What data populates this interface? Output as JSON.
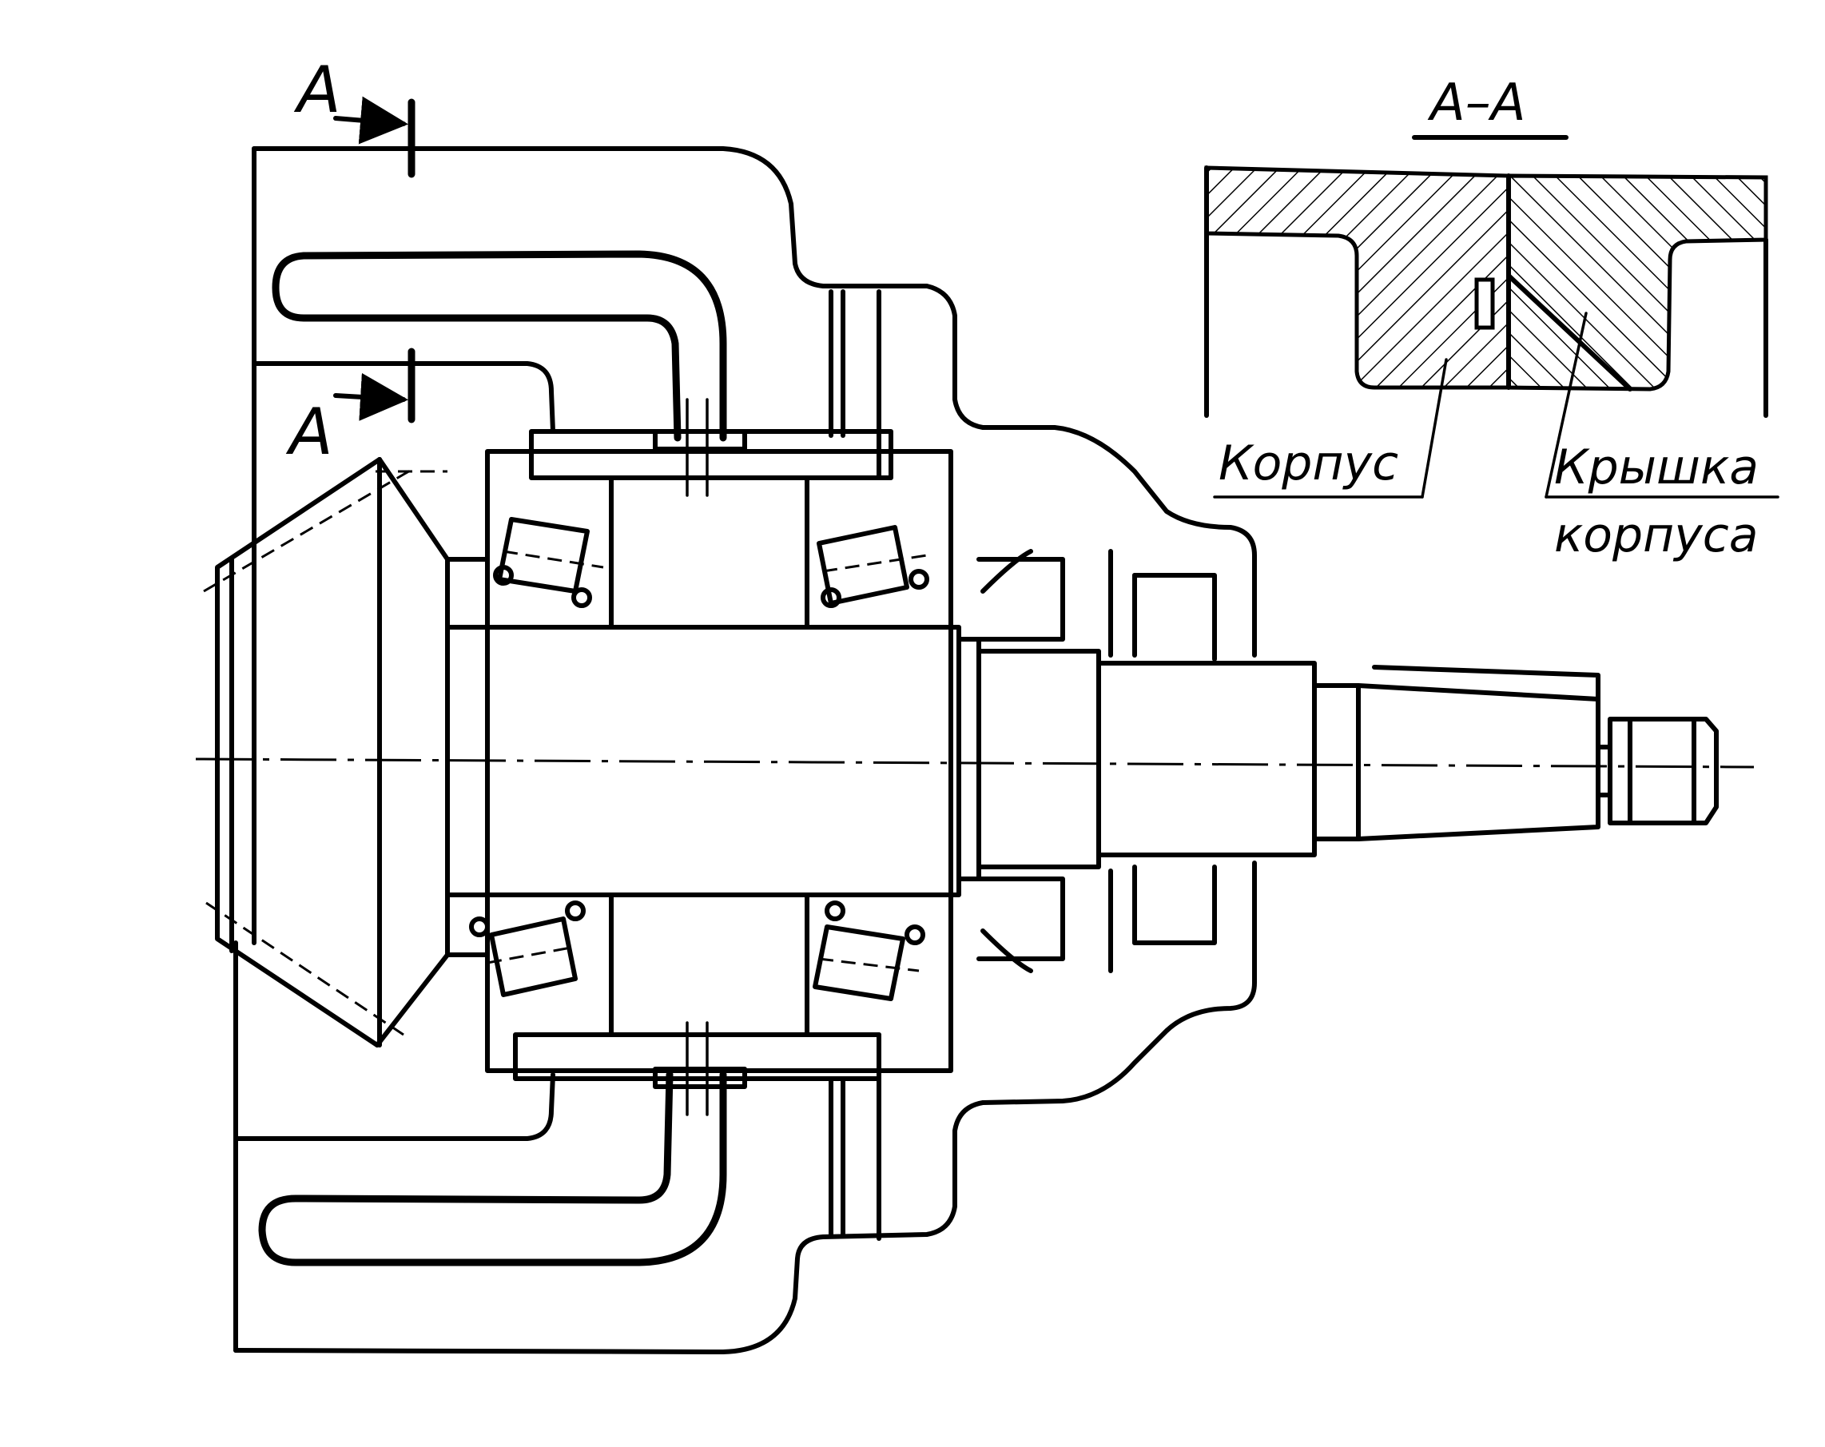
{
  "section_markers": {
    "top_letter": "A",
    "bottom_letter": "A"
  },
  "section_view": {
    "title": "A–A"
  },
  "callouts": {
    "housing": "Корпус",
    "cover_line1": "Крышка",
    "cover_line2": "корпуса"
  },
  "colors": {
    "ink": "#000000",
    "paper": "#ffffff"
  }
}
